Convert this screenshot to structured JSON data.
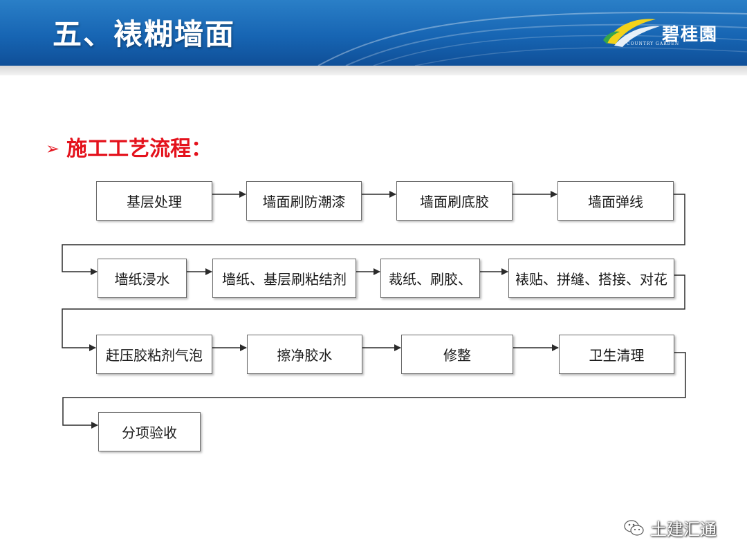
{
  "slide": {
    "title": "五、裱糊墙面",
    "brand": "碧桂園",
    "brand_sub": "COUNTRY GARDEN",
    "section_title": "施工工艺流程："
  },
  "flow": {
    "steps": [
      "基层处理",
      "墙面刷防潮漆",
      "墙面刷底胶",
      "墙面弹线",
      "墙纸浸水",
      "墙纸、基层刷粘结剂",
      "裁纸、刷胶、",
      "裱贴、拼缝、搭接、对花",
      "赶压胶粘剂气泡",
      "擦净胶水",
      "修整",
      "卫生清理",
      "分项验收"
    ]
  },
  "watermark": {
    "text": "土建汇通",
    "icon": "wechat-icon"
  },
  "colors": {
    "header_blue": "#1765b3",
    "section_red": "#e4121c",
    "line": "#2b2b2b"
  }
}
